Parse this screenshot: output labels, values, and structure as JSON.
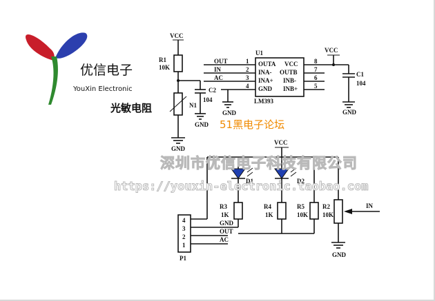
{
  "logo": {
    "brand_cn": "优信电子",
    "brand_en": "YouXin Electronic",
    "colors": {
      "red": "#c81e2a",
      "blue": "#2c3fae",
      "green": "#2f8a2f"
    }
  },
  "labels": {
    "vcc": "VCC",
    "gnd": "GND",
    "r1": "R1",
    "r1_val": "10K",
    "n1": "N1",
    "photoresistor": "光敏电阻",
    "c2": "C2",
    "c2_val": "104",
    "c1": "C1",
    "c1_val": "104",
    "u1": "U1",
    "chip": "LM393",
    "pins_left": [
      "1",
      "2",
      "3",
      "4"
    ],
    "pins_right": [
      "8",
      "7",
      "6",
      "5"
    ],
    "chip_left": [
      "OUTA",
      "INA-",
      "INA+",
      "GND"
    ],
    "chip_right": [
      "VCC",
      "OUTB",
      "INB-",
      "INB+"
    ],
    "nets": [
      "OUT",
      "IN",
      "AC"
    ],
    "forum": "51黑电子论坛",
    "d1": "D1",
    "d2": "D2",
    "r3": "R3",
    "r3_val": "1K",
    "r4": "R4",
    "r4_val": "1K",
    "r5": "R5",
    "r5_val": "10K",
    "r2": "R2",
    "r2_val": "10K",
    "in": "IN",
    "p1": "P1",
    "p1_pins": [
      "4",
      "3",
      "2",
      "1"
    ],
    "p1_nets": [
      "GND",
      "OUT",
      "AC"
    ]
  },
  "watermark": {
    "company": "深圳市优信电子科技有限公司",
    "url": "https://youxin-electronic.taobao.com"
  },
  "colors": {
    "forum": "#f08a00",
    "watermark_fill": "#ffffff",
    "watermark_stroke": "#b9b9b9"
  }
}
